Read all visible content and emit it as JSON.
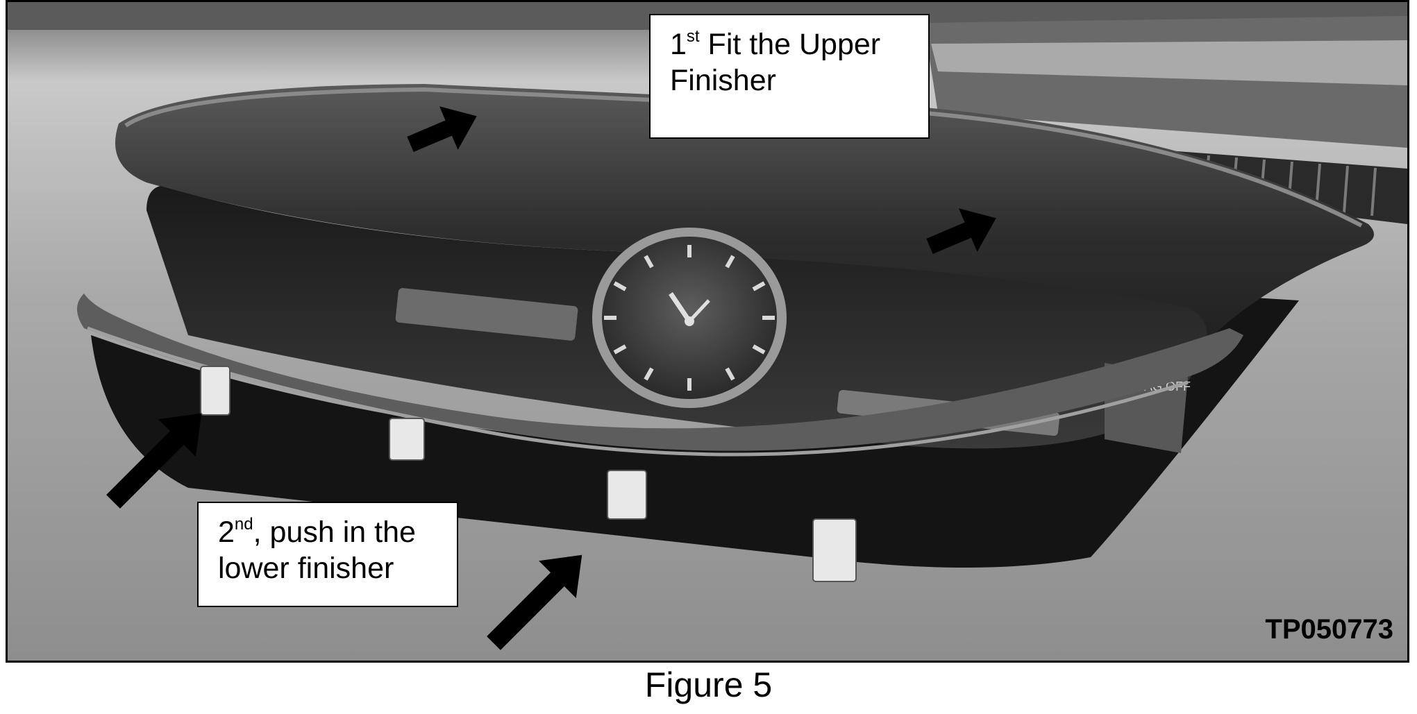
{
  "figure": {
    "callouts": {
      "upper": {
        "prefix": "1",
        "suffix": "st",
        "text": "Fit the Upper Finisher"
      },
      "lower": {
        "prefix": "2",
        "suffix": "nd",
        "text": ", push in the lower finisher"
      }
    },
    "photo_id": "TP050773",
    "caption": "Figure 5",
    "airbag_label": "AIR BAG OFF",
    "arrow_icon": "arrow-icon"
  }
}
